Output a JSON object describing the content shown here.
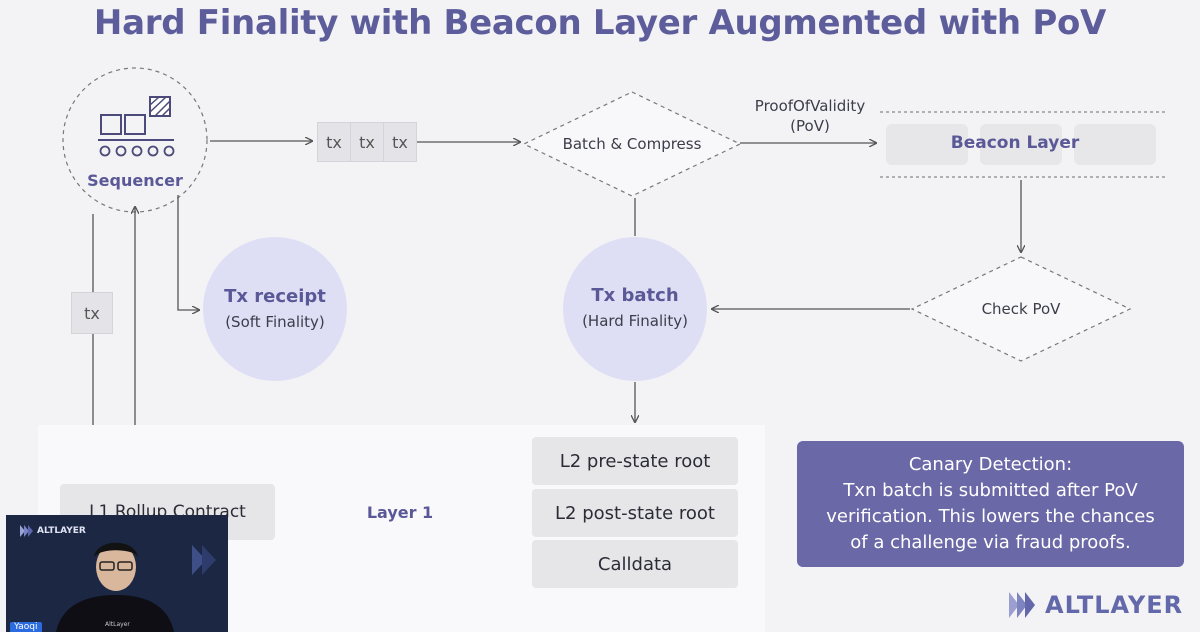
{
  "title": "Hard Finality with Beacon Layer Augmented with PoV",
  "sequencer": {
    "label": "Sequencer"
  },
  "tx_chain": [
    "tx",
    "tx",
    "tx"
  ],
  "tx_side": "tx",
  "batch_compress": "Batch & Compress",
  "pov_label_line1": "ProofOfValidity",
  "pov_label_line2": "(PoV)",
  "beacon_layer": "Beacon Layer",
  "check_pov": "Check PoV",
  "tx_receipt": {
    "title": "Tx receipt",
    "subtitle": "(Soft Finality)"
  },
  "tx_batch": {
    "title": "Tx batch",
    "subtitle": "(Hard Finality)"
  },
  "l1_contract": "L1 Rollup Contract",
  "layer1": "Layer 1",
  "state_roots": [
    "L2 pre-state root",
    "L2 post-state root",
    "Calldata"
  ],
  "canary": {
    "heading": "Canary Detection:",
    "lines": [
      "Txn batch is submitted after PoV",
      "verification. This lowers the chances",
      "of a challenge via fraud proofs."
    ]
  },
  "brand": "ALTLAYER",
  "video": {
    "brand": "ALTLAYER",
    "name_tag": "Yaoqi",
    "shirt_text": "AltLayer"
  },
  "colors": {
    "accent": "#5e5d9c",
    "circle_fill": "#dedff4",
    "canary_bg": "#6a68a6"
  }
}
